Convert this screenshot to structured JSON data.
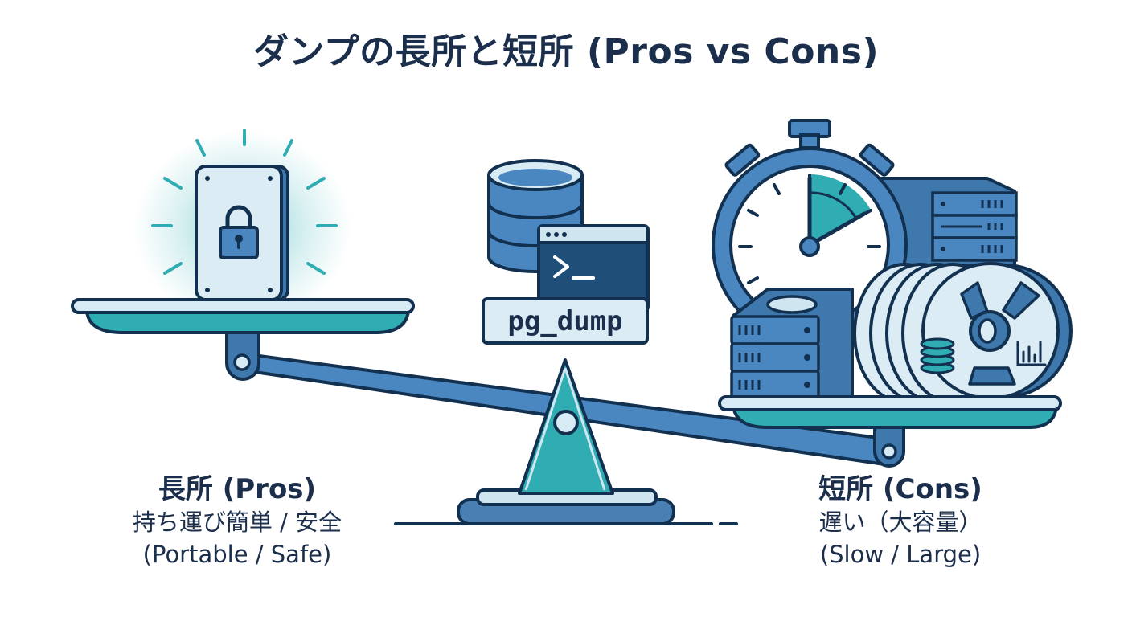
{
  "title": "ダンプの長所と短所 (Pros vs Cons)",
  "center": {
    "tool_label": "pg_dump",
    "terminal_prompt": ">_",
    "icons": [
      "database-icon",
      "terminal-window-icon"
    ]
  },
  "pros": {
    "heading": "長所 (Pros)",
    "line1": "持ち運び簡単 / 安全",
    "line2": "(Portable / Safe)",
    "icons": [
      "locked-drive-icon",
      "glow-rays"
    ]
  },
  "cons": {
    "heading": "短所 (Cons)",
    "line1": "遅い（大容量）",
    "line2": "(Slow / Large)",
    "icons": [
      "stopwatch-icon",
      "server-stack-icon",
      "tape-reel-icon",
      "coin-stack-icon",
      "bar-chart-icon"
    ]
  },
  "colors": {
    "outline": "#12304f",
    "blue": "#4a86c0",
    "dark_blue": "#3a6f9f",
    "teal": "#2fadb2",
    "light": "#d7ebf4",
    "text": "#1b2e4b"
  }
}
